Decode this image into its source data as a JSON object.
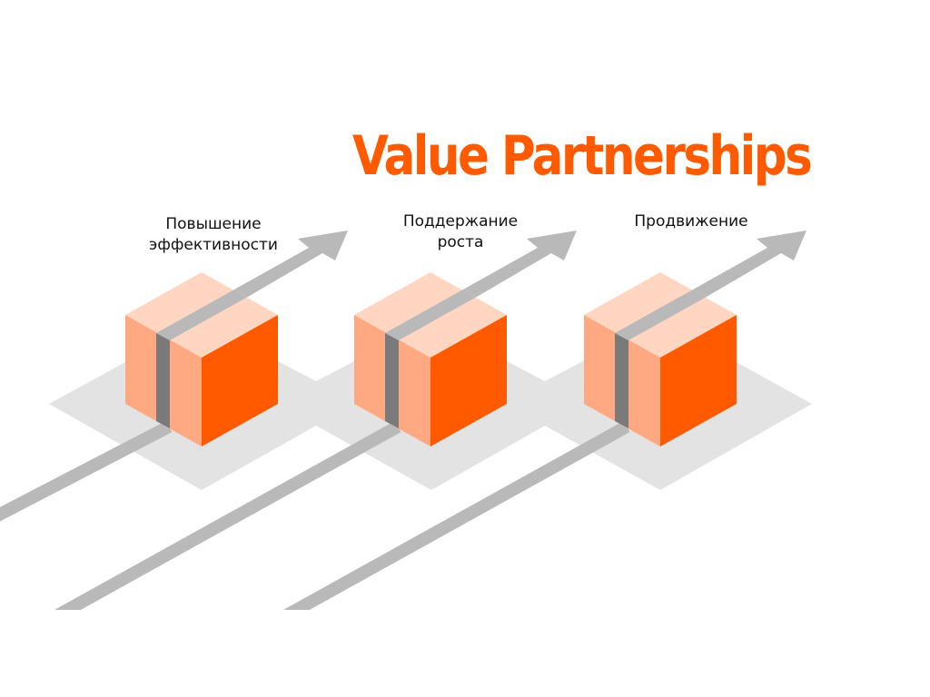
{
  "title": "Value Partnerships",
  "colors": {
    "brand_orange": "#ff5a00",
    "box_front": "#ff5a00",
    "box_side": "#ffa982",
    "box_top": "#ffd6c2",
    "strap": "#7a7a7a",
    "arrow": "#b9b9b9",
    "floor": "#e3e3e3",
    "text": "#111111"
  },
  "stages": [
    {
      "line1": "Повышение",
      "line2": "эффективности"
    },
    {
      "line1": "Поддержание",
      "line2": "роста"
    },
    {
      "line1": "Продвижение",
      "line2": ""
    }
  ]
}
